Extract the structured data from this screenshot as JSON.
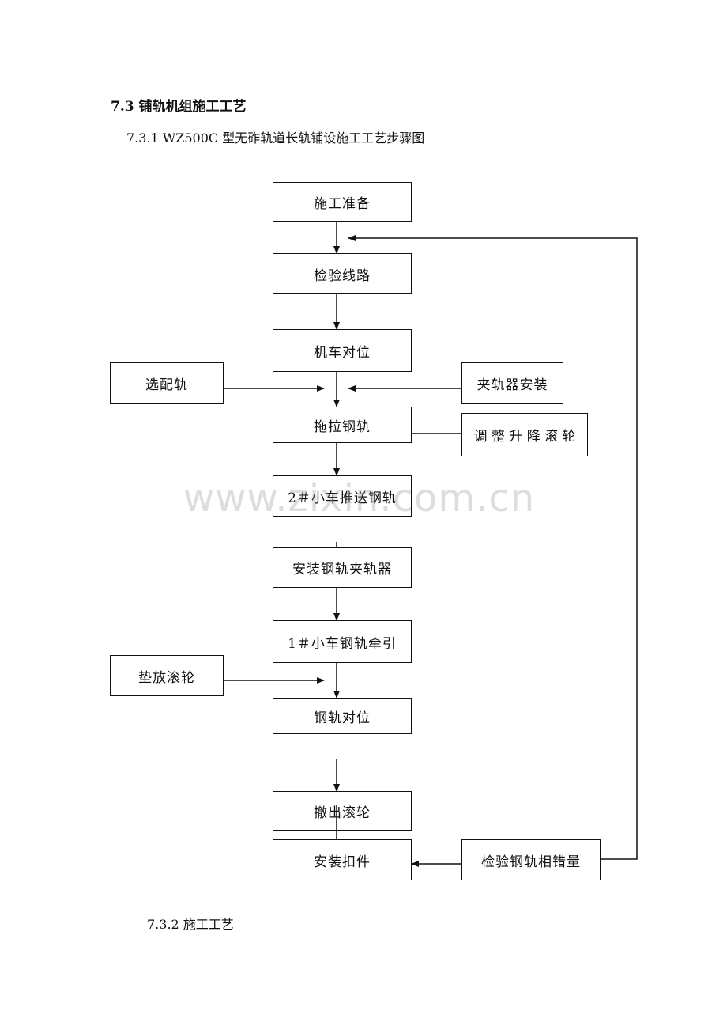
{
  "heading": "7.3 铺轨机组施工工艺",
  "subheading": "7.3.1 WZ500C 型无砟轨道长轨铺设施工工艺步骤图",
  "footer": "7.3.2 施工工艺",
  "watermark": "www.zixin.com.cn",
  "flowchart": {
    "main_steps": [
      "施工准备",
      "检验线路",
      "机车对位",
      "拖拉钢轨",
      "2＃小车推送钢轨",
      "安装钢轨夹轨器",
      "1＃小车钢轨牵引",
      "钢轨对位",
      "撤出滚轮",
      "安装扣件"
    ],
    "side_inputs": {
      "select_rail": "选配轨",
      "clamp_install": "夹轨器安装",
      "adjust_rollers": "调 整 升 降 滚 轮",
      "place_rollers": "垫放滚轮",
      "check_rail": "检验钢轨相错量"
    }
  }
}
